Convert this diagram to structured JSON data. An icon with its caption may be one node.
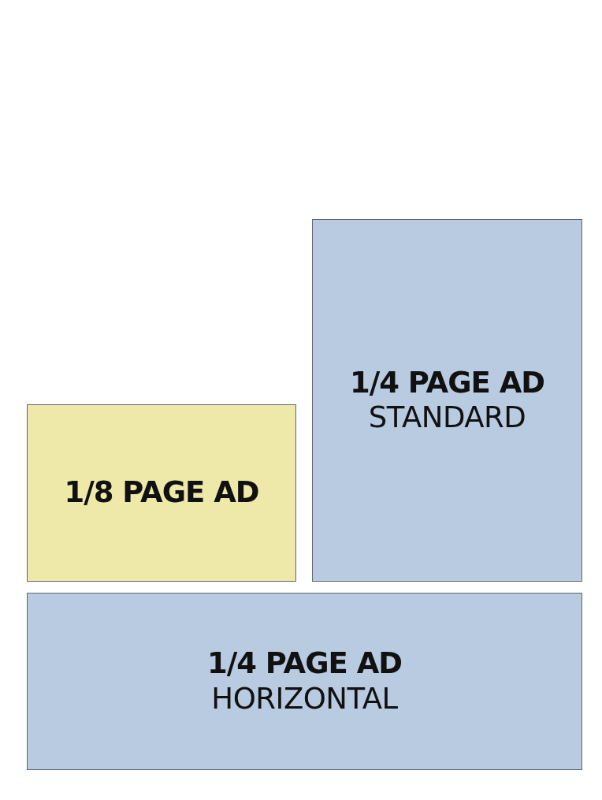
{
  "diagram": {
    "nodes": [
      {
        "text": [
          "1/4 PAGE AD",
          "STANDARD"
        ]
      },
      {
        "text": [
          "1/8 PAGE AD"
        ]
      },
      {
        "text": [
          "1/4 PAGE AD",
          "HORIZONTAL"
        ]
      }
    ]
  }
}
